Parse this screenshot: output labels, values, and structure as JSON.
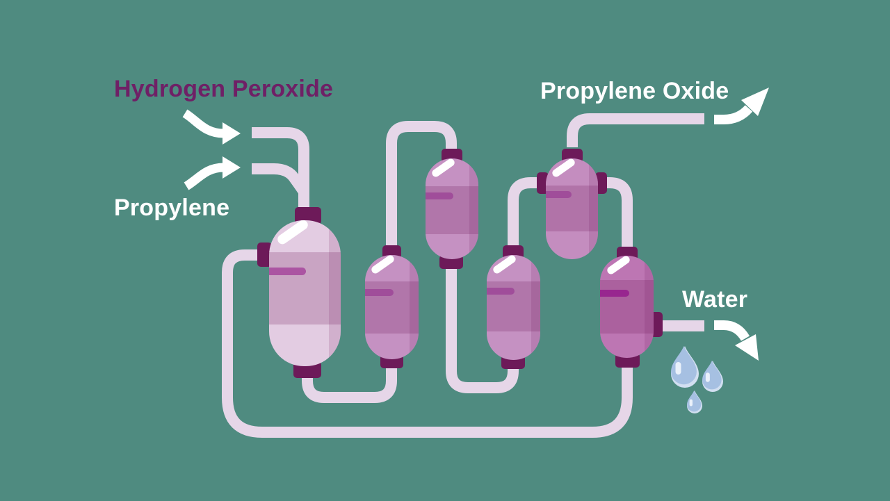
{
  "title": "Propylene oxide production process illustration",
  "background_color": "#4f8b80",
  "labels": {
    "hydrogen_peroxide": "Hydrogen Peroxide",
    "propylene": "Propylene",
    "propylene_oxide": "Propylene Oxide",
    "water": "Water"
  },
  "label_colors": {
    "hydrogen_peroxide": "#6f2066",
    "propylene": "#ffffff",
    "propylene_oxide": "#ffffff",
    "water": "#ffffff"
  },
  "colors": {
    "background": "#4f8b80",
    "pipe": "#e6d6e8",
    "vessel_cap": "#6d1a59",
    "vessel_light": "#e3cce2",
    "vessel_medium": "#c591c2",
    "vessel_pink": "#c48dbf",
    "vessel_dark": "#bd76b3",
    "band_overlay": "rgba(109,22,88,0.22)",
    "arrow": "#ffffff",
    "droplet_body": "#a6c0e2",
    "droplet_rim": "#d2dff1",
    "droplet_highlight": "#eaf1fa"
  },
  "icons": [
    "inlet-arrow-icon",
    "inlet-arrow-icon",
    "outlet-arrow-up-icon",
    "outlet-arrow-down-icon",
    "water-droplet-icon"
  ],
  "diagram": {
    "type": "process-flow",
    "inputs": [
      "Hydrogen Peroxide",
      "Propylene"
    ],
    "outputs": [
      "Propylene Oxide",
      "Water"
    ],
    "vessel_count": 6,
    "water_droplet_count": 3
  }
}
